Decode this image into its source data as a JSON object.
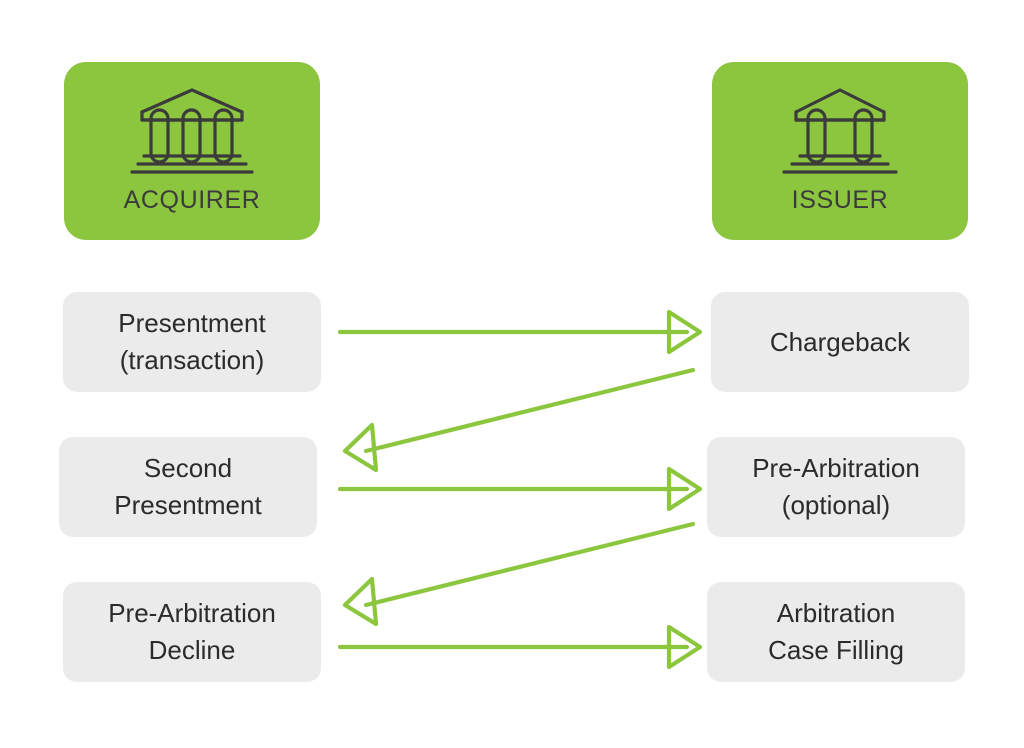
{
  "theme": {
    "background": "#ffffff",
    "accent_green": "#8cc63e",
    "box_grey": "#ebebeb",
    "text_dark": "#2b2b2b",
    "icon_dark": "#3b3b3b"
  },
  "parties": [
    {
      "id": "acquirer",
      "label": "ACQUIRER",
      "icon": "bank-icon",
      "columns": 3,
      "side": "left"
    },
    {
      "id": "issuer",
      "label": "ISSUER",
      "icon": "bank-icon",
      "columns": 2,
      "side": "right"
    }
  ],
  "steps": {
    "left": [
      {
        "id": "presentment",
        "label": "Presentment\n(transaction)"
      },
      {
        "id": "second-presentment",
        "label": "Second\nPresentment"
      },
      {
        "id": "prearb-decline",
        "label": "Pre-Arbitration\nDecline"
      }
    ],
    "right": [
      {
        "id": "chargeback",
        "label": "Chargeback"
      },
      {
        "id": "prearb-optional",
        "label": "Pre-Arbitration\n(optional)"
      },
      {
        "id": "arbitration-case",
        "label": "Arbitration\nCase Filling"
      }
    ]
  },
  "flows": [
    {
      "id": "flow-presentment-to-chargeback",
      "direction": "right",
      "type": "straight",
      "from": "presentment",
      "to": "chargeback"
    },
    {
      "id": "flow-chargeback-to-second-presentment",
      "direction": "left",
      "type": "diagonal",
      "from": "chargeback",
      "to": "second-presentment"
    },
    {
      "id": "flow-second-presentment-to-prearb",
      "direction": "right",
      "type": "straight",
      "from": "second-presentment",
      "to": "prearb-optional"
    },
    {
      "id": "flow-prearb-to-prearb-decline",
      "direction": "left",
      "type": "diagonal",
      "from": "prearb-optional",
      "to": "prearb-decline"
    },
    {
      "id": "flow-prearb-decline-to-arbitration",
      "direction": "right",
      "type": "straight",
      "from": "prearb-decline",
      "to": "arbitration-case"
    }
  ]
}
